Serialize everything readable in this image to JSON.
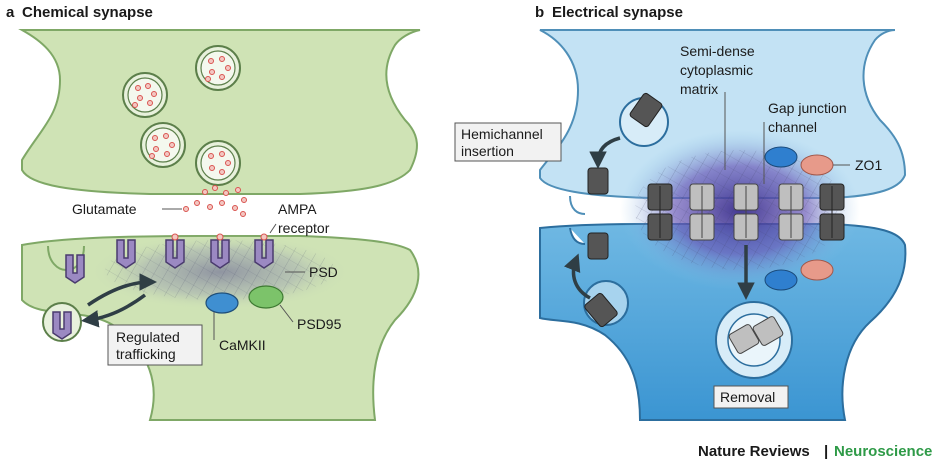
{
  "panel_a": {
    "letter": "a",
    "title": "Chemical synapse",
    "labels": {
      "glutamate": "Glutamate",
      "ampa_line1": "AMPA",
      "ampa_line2": "receptor",
      "psd": "PSD",
      "psd95": "PSD95",
      "camkii": "CaMKII",
      "trafficking_line1": "Regulated",
      "trafficking_line2": "trafficking"
    },
    "colors": {
      "membrane_fill": "#cfe3b5",
      "membrane_stroke": "#7fa866",
      "receptor": "#9b89c2",
      "camkii": "#3f8fd1",
      "psd95": "#7cc36a",
      "vesicle_dot": "#d9534f"
    }
  },
  "panel_b": {
    "letter": "b",
    "title": "Electrical synapse",
    "labels": {
      "matrix_line1": "Semi-dense",
      "matrix_line2": "cytoplasmic",
      "matrix_line3": "matrix",
      "gap_line1": "Gap junction",
      "gap_line2": "channel",
      "zo1": "ZO1",
      "hemi_line1": "Hemichannel",
      "hemi_line2": "insertion",
      "removal": "Removal"
    },
    "colors": {
      "membrane_fill": "#c3e2f4",
      "membrane_fill_lower": "#4fa6da",
      "matrix": "#4a3f9a",
      "zo1": "#e79a8a",
      "blue_protein": "#2f7fcf",
      "connexin_grey": "#bfbfbf",
      "connexin_dark": "#555555"
    }
  },
  "footer": {
    "journal": "Nature Reviews",
    "separator": "|",
    "section": "Neuroscience"
  }
}
